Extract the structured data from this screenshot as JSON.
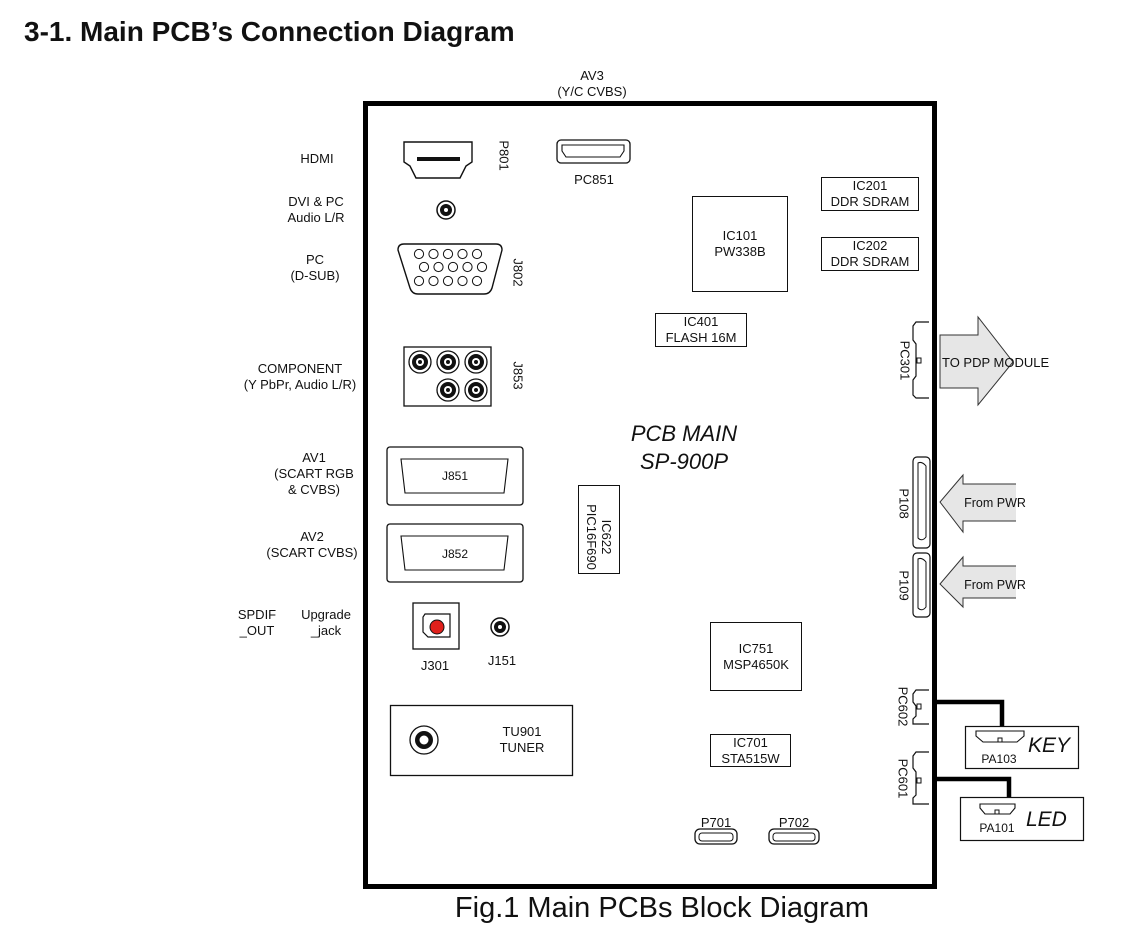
{
  "page": {
    "title": "3-1. Main PCB’s Connection Diagram",
    "caption": "Fig.1 Main PCBs Block Diagram"
  },
  "board": {
    "name_line1": "PCB MAIN",
    "name_line2": "SP-900P"
  },
  "external_labels": {
    "av3": [
      "AV3",
      "(Y/C  CVBS)"
    ],
    "hdmi": [
      "HDMI"
    ],
    "dvi_audio": [
      "DVI & PC",
      "Audio L/R"
    ],
    "pc_dsub": [
      "PC",
      "(D-SUB)"
    ],
    "component": [
      "COMPONENT",
      "(Y PbPr, Audio L/R)"
    ],
    "av1": [
      "AV1",
      "(SCART RGB",
      "& CVBS)"
    ],
    "av2": [
      "AV2",
      "(SCART CVBS)"
    ],
    "spdif": [
      "SPDIF",
      "_OUT"
    ],
    "upgrade": [
      "Upgrade",
      "_jack"
    ]
  },
  "connectors": {
    "p801": "P801",
    "pc851": "PC851",
    "j802": "J802",
    "j853": "J853",
    "j851": "J851",
    "j852": "J852",
    "j301": "J301",
    "j151": "J151",
    "pc301": "PC301",
    "p108": "P108",
    "p109": "P109",
    "pc602": "PC602",
    "pc601": "PC601",
    "p701": "P701",
    "p702": "P702"
  },
  "chips": {
    "ic101": [
      "IC101",
      "PW338B"
    ],
    "ic201": [
      "IC201",
      "DDR SDRAM"
    ],
    "ic202": [
      "IC202",
      "DDR SDRAM"
    ],
    "ic401": [
      "IC401",
      "FLASH 16M"
    ],
    "ic622": [
      "IC622",
      "PIC16F690"
    ],
    "ic751": [
      "IC751",
      "MSP4650K"
    ],
    "ic701": [
      "IC701",
      "STA515W"
    ],
    "tu901": [
      "TU901",
      "TUNER"
    ]
  },
  "arrows": {
    "to_pdp": "TO PDP MODULE",
    "from_pwr_1": "From PWR",
    "from_pwr_2": "From PWR"
  },
  "sub_boards": {
    "key": {
      "connector": "PA103",
      "name": "KEY"
    },
    "led": {
      "connector": "PA101",
      "name": "LED"
    }
  },
  "colors": {
    "arrow_fill": "#e6e6e6",
    "optical_port": "#e0201b"
  }
}
